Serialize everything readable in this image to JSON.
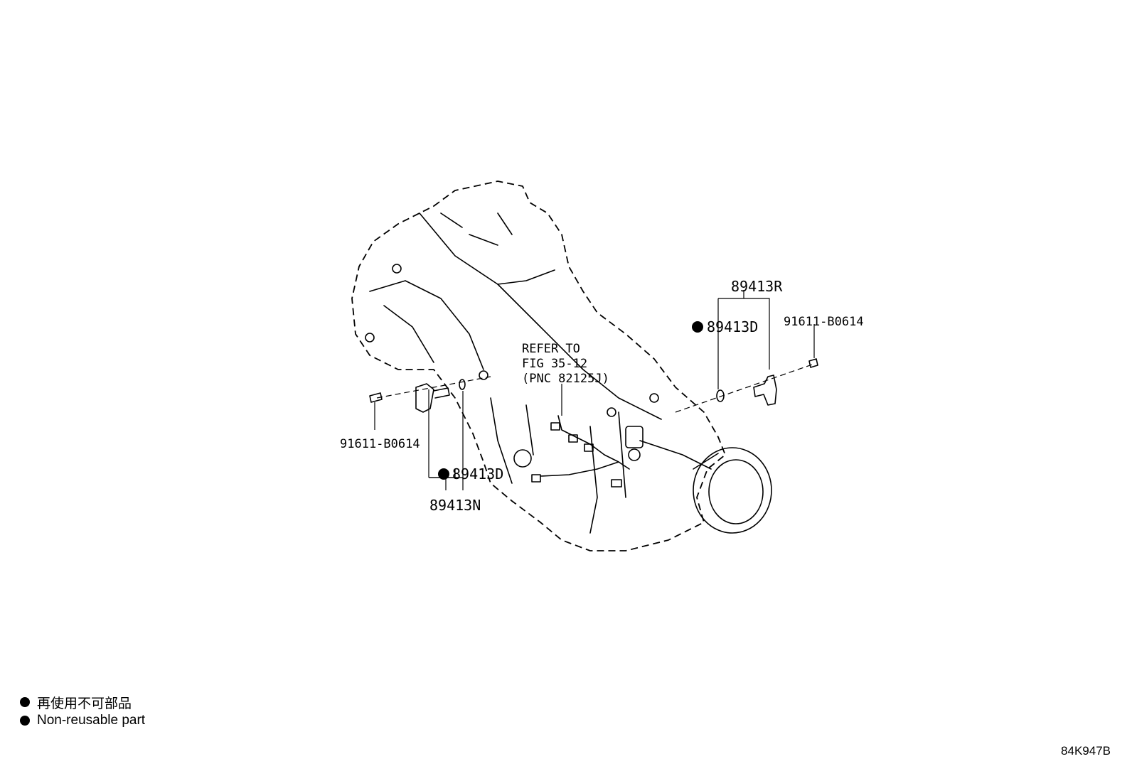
{
  "callouts": {
    "bolt_left": "91611-B0614",
    "bolt_right": "91611-B0614",
    "oring_left": "89413D",
    "oring_right": "89413D",
    "sensor_left": "89413N",
    "sensor_right": "89413R",
    "refer_line1": "REFER TO",
    "refer_line2": "FIG 35-12",
    "refer_line3": "(PNC 82125J)"
  },
  "legend": {
    "japanese": "再使用不可部品",
    "english": "Non-reusable part"
  },
  "figure_code": "84K947B",
  "marker_color": "#000000"
}
